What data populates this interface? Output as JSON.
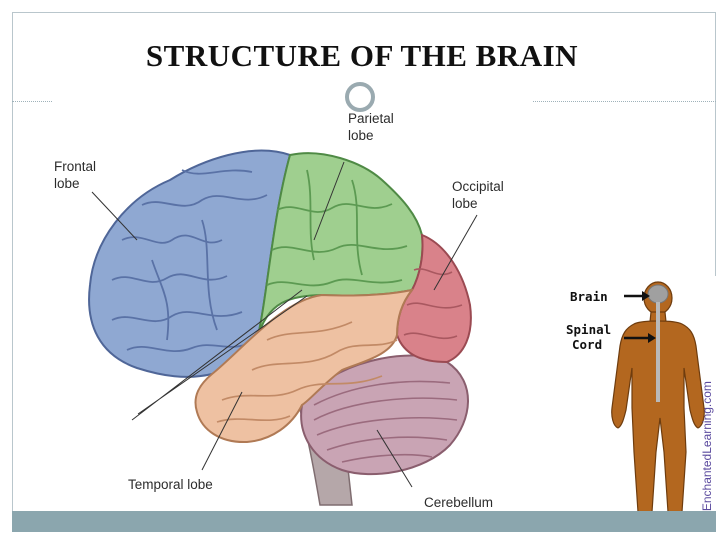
{
  "slide": {
    "title": "STRUCTURE OF THE BRAIN"
  },
  "brain_diagram": {
    "labels": {
      "parietal": [
        "Parietal",
        "lobe"
      ],
      "frontal": [
        "Frontal",
        "lobe"
      ],
      "occipital": [
        "Occipital",
        "lobe"
      ],
      "temporal": "Temporal lobe",
      "cerebellum": "Cerebellum"
    },
    "colors": {
      "frontal": "#8fa8d2",
      "parietal": "#9fcf8f",
      "occipital": "#d9828a",
      "temporal": "#eec1a2",
      "cerebellum": "#c9a4b4",
      "brainstem": "#b5a7a9"
    }
  },
  "body_diagram": {
    "labels": {
      "brain": "Brain",
      "spinal_cord": [
        "Spinal",
        "Cord"
      ]
    },
    "credit": "©EnchantedLearning.com",
    "colors": {
      "body": "#b3671f",
      "brain": "#a0a0a0"
    }
  }
}
